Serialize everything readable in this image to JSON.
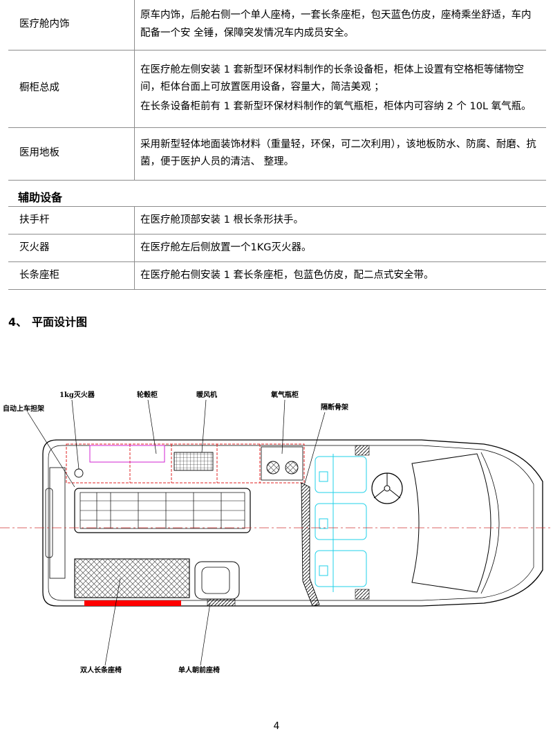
{
  "table1": {
    "rows": [
      {
        "label": "医疗舱内饰",
        "text": [
          "原车内饰，后舱右侧一个单人座椅，一套长条座柜，包天蓝色仿皮，座椅乘坐舒适，车内配备一个安 全锤，保障突发情况车内成员安全。"
        ]
      },
      {
        "label": "橱柜总成",
        "text": [
          "在医疗舱左侧安装 1 套新型环保材料制作的长条设备柜，柜体上设置有空格柜等储物空间，柜体台面上可放置医用设备，容量大，简洁美观 ；",
          "在长条设备柜前有 1 套新型环保材料制作的氧气瓶柜，柜体内可容纳 2 个 10L 氧气瓶。"
        ]
      },
      {
        "label": "医用地板",
        "text": [
          "采用新型轻体地面装饰材料（重量轻，环保，可二次利用），该地板防水、防腐、耐磨、抗菌，便于医护人员的清洁、 整理。"
        ]
      }
    ]
  },
  "subsection": {
    "title": "辅助设备"
  },
  "table2": {
    "rows": [
      {
        "label": "扶手杆",
        "text": "在医疗舱顶部安装 1 根长条形扶手。"
      },
      {
        "label": "灭火器",
        "text": "在医疗舱左后侧放置一个1KG灭火器。"
      },
      {
        "label": "长条座柜",
        "text": "在医疗舱右侧安装 1 套长条座柜，包蓝色仿皮，配二点式安全带。"
      }
    ]
  },
  "section": {
    "number": "4、",
    "title": "平面设计图"
  },
  "plan": {
    "labels": {
      "extinguisher": "1kg灭火器",
      "stretcher": "自动上车担架",
      "wheel_cabinet": "轮毂柜",
      "heater": "暖风机",
      "oxygen_cabinet": "氧气瓶柜",
      "partition": "隔断骨架",
      "double_seat": "双人长条座椅",
      "single_seat": "单人朝前座椅"
    },
    "colors": {
      "line": "#000000",
      "cabinet": "#e02020",
      "wheel": "#d020d0",
      "seats": "#1fd0e8",
      "seat_bar": "#ff0000",
      "centerline": "#d03030"
    }
  },
  "footer": {
    "page_number": "4"
  }
}
